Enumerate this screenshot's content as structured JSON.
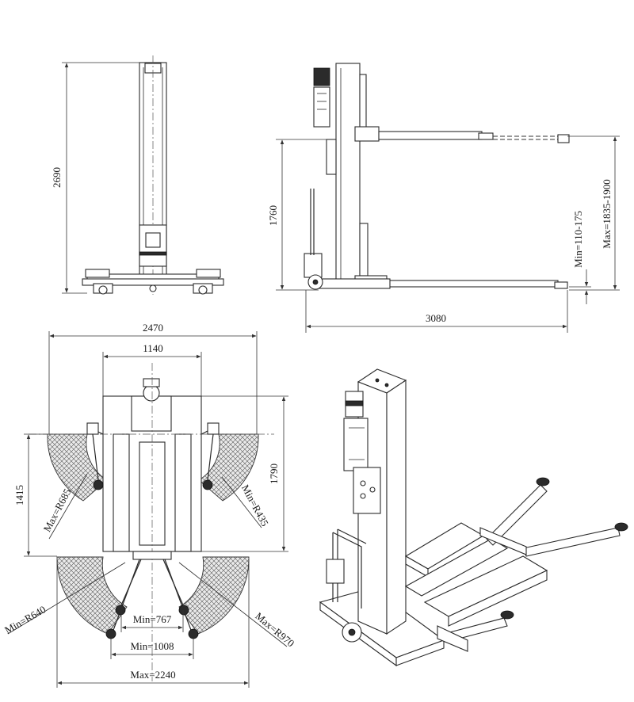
{
  "front_view": {
    "height_label": "2690"
  },
  "side_view": {
    "lift_height_label": "1760",
    "arm_height_label": "Max=1835-1900",
    "min_height_label": "Min=110-175",
    "length_label": "3080"
  },
  "top_view": {
    "overall_width_label": "2470",
    "frame_width_label": "1140",
    "front_depth_label": "1790",
    "rear_depth_label": "1415",
    "front_max_radius_label": "Max=R685",
    "front_min_radius_label": "Min=R435",
    "rear_min_radius_label": "Min=R640",
    "rear_max_radius_label": "Max=R970",
    "inner_min_label": "Min=767",
    "outer_min_label": "Min=1008",
    "max_span_label": "Max=2240"
  }
}
